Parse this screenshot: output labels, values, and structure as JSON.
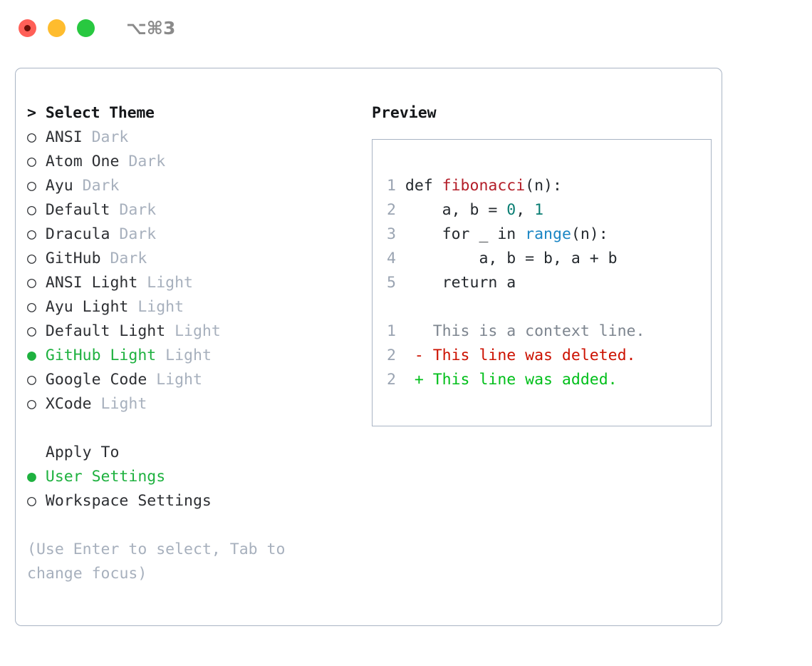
{
  "window": {
    "shortcut": "⌥⌘3",
    "traffic_lights": [
      "close",
      "minimize",
      "maximize"
    ]
  },
  "left_panel": {
    "heading": "Select Theme",
    "heading_marker": "> ",
    "marker_selected": "● ",
    "marker_unselected": "○ ",
    "marker_none": "  ",
    "themes": [
      {
        "name": "ANSI",
        "tag": "Dark",
        "selected": false
      },
      {
        "name": "Atom One",
        "tag": "Dark",
        "selected": false
      },
      {
        "name": "Ayu",
        "tag": "Dark",
        "selected": false
      },
      {
        "name": "Default",
        "tag": "Dark",
        "selected": false
      },
      {
        "name": "Dracula",
        "tag": "Dark",
        "selected": false
      },
      {
        "name": "GitHub",
        "tag": "Dark",
        "selected": false
      },
      {
        "name": "ANSI Light",
        "tag": "Light",
        "selected": false
      },
      {
        "name": "Ayu Light",
        "tag": "Light",
        "selected": false
      },
      {
        "name": "Default Light",
        "tag": "Light",
        "selected": false
      },
      {
        "name": "GitHub Light",
        "tag": "Light",
        "selected": true
      },
      {
        "name": "Google Code",
        "tag": "Light",
        "selected": false
      },
      {
        "name": "XCode",
        "tag": "Light",
        "selected": false
      }
    ],
    "apply_to": {
      "heading": "Apply To",
      "options": [
        {
          "name": "User Settings",
          "selected": true
        },
        {
          "name": "Workspace Settings",
          "selected": false
        }
      ]
    },
    "hint": "(Use Enter to select, Tab to change focus)"
  },
  "right_panel": {
    "title": "Preview",
    "code_lines": [
      {
        "num": "1",
        "tokens": [
          {
            "t": "def ",
            "k": "plain"
          },
          {
            "t": "fibonacci",
            "k": "fn"
          },
          {
            "t": "(n):",
            "k": "plain"
          }
        ]
      },
      {
        "num": "2",
        "tokens": [
          {
            "t": "    a, b = ",
            "k": "plain"
          },
          {
            "t": "0",
            "k": "num"
          },
          {
            "t": ", ",
            "k": "plain"
          },
          {
            "t": "1",
            "k": "num"
          }
        ]
      },
      {
        "num": "3",
        "tokens": [
          {
            "t": "    for _ in ",
            "k": "plain"
          },
          {
            "t": "range",
            "k": "call"
          },
          {
            "t": "(n):",
            "k": "plain"
          }
        ]
      },
      {
        "num": "4",
        "tokens": [
          {
            "t": "        a, b = b, a + b",
            "k": "plain"
          }
        ]
      },
      {
        "num": "5",
        "tokens": [
          {
            "t": "    return a",
            "k": "plain"
          }
        ]
      }
    ],
    "diff_lines": [
      {
        "num": "1",
        "marker": "  ",
        "text": "This is a context line.",
        "kind": "context"
      },
      {
        "num": "2",
        "marker": "- ",
        "text": "This line was deleted.",
        "kind": "deleted"
      },
      {
        "num": "2",
        "marker": "+ ",
        "text": "This line was added.",
        "kind": "added"
      }
    ]
  },
  "colors": {
    "accent_green": "#1eb13f",
    "muted": "#a7b0bd",
    "border": "#a9b4c4",
    "fn_red": "#b31d28",
    "num_teal": "#0a7e73",
    "call_blue": "#1b86c4",
    "diff_del": "#cc1100",
    "diff_add": "#00bf1a",
    "light_red": "#ff5f57",
    "light_yellow": "#febc2e",
    "light_green": "#28c840"
  }
}
